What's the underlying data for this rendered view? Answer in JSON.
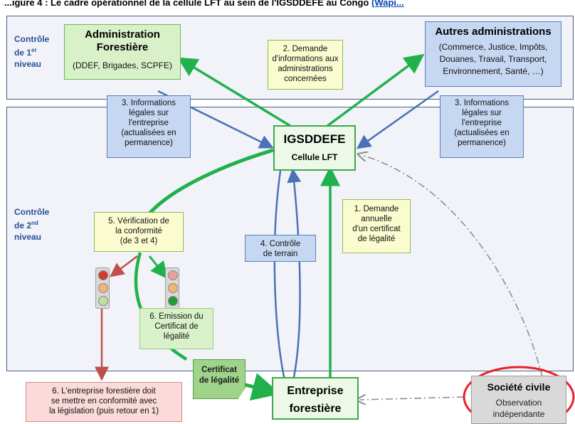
{
  "header": {
    "text": "...igure 4 : Le cadre opérationnel de la cellule LFT au sein de l'IGSDDEFE au Congo",
    "link": "(Wapi..."
  },
  "levels": {
    "first_line1": "Contrôle",
    "first_line2": "de 1",
    "first_sup": "er",
    "first_line3": "niveau",
    "second_line1": "Contrôle",
    "second_line2": "de 2",
    "second_sup": "nd",
    "second_line3": "niveau"
  },
  "admin_forestiere": {
    "title_line1": "Administration",
    "title_line2": "Forestière",
    "subtitle": "(DDEF, Brigades, SCPFE)"
  },
  "autres_admin": {
    "title": "Autres administrations",
    "line1": "(Commerce, Justice, Impôts,",
    "line2": "Douanes, Travail, Transport,",
    "line3": "Environnement, Santé, …)"
  },
  "demande_info": {
    "line1": "2. Demande",
    "line2": "d'informations aux",
    "line3": "administrations",
    "line4": "concernées"
  },
  "info_left": {
    "line1": "3. Informations",
    "line2": "légales sur",
    "line3": "l'entreprise",
    "line4": "(actualisées en",
    "line5": "permanence)"
  },
  "info_right": {
    "line1": "3. Informations",
    "line2": "légales sur",
    "line3": "l'entreprise",
    "line4": "(actualisées en",
    "line5": "permanence)"
  },
  "igsddefe": {
    "title": "IGSDDEFE",
    "subtitle": "Cellule LFT"
  },
  "verification": {
    "line1": "5. Vérification de",
    "line2": "la conformité",
    "line3": "(de 3 et 4)"
  },
  "controle_terrain": {
    "line1": "4. Contrôle",
    "line2": "de terrain"
  },
  "demande_annuelle": {
    "line1": "1. Demande",
    "line2": "annuelle",
    "line3": "d'un certificat",
    "line4": "de légalité"
  },
  "emission": {
    "line1": "6. Emission du",
    "line2": "Certificat de",
    "line3": "légalité"
  },
  "certificat": {
    "line1": "Certificat",
    "line2": "de légalité"
  },
  "entreprise": {
    "line1": "Entreprise",
    "line2": "forestière"
  },
  "mise_conformite": {
    "line1": "6. L'entreprise forestière doit",
    "line2": "se mettre en conformité avec",
    "line3": "la législation (puis retour en 1)"
  },
  "societe_civile": {
    "title": "Société civile",
    "line1": "Observation",
    "line2": "indépendante"
  },
  "traffic_lights": {
    "red_state": "red",
    "green_state": "green"
  },
  "colors": {
    "green_arrow": "#21b14c",
    "blue_arrow": "#4a72b6",
    "red_arrow": "#c0504d",
    "dash_arrow": "#8f8f8f",
    "band_border": "#4a5e86",
    "highlight_ellipse": "#e8202a"
  }
}
